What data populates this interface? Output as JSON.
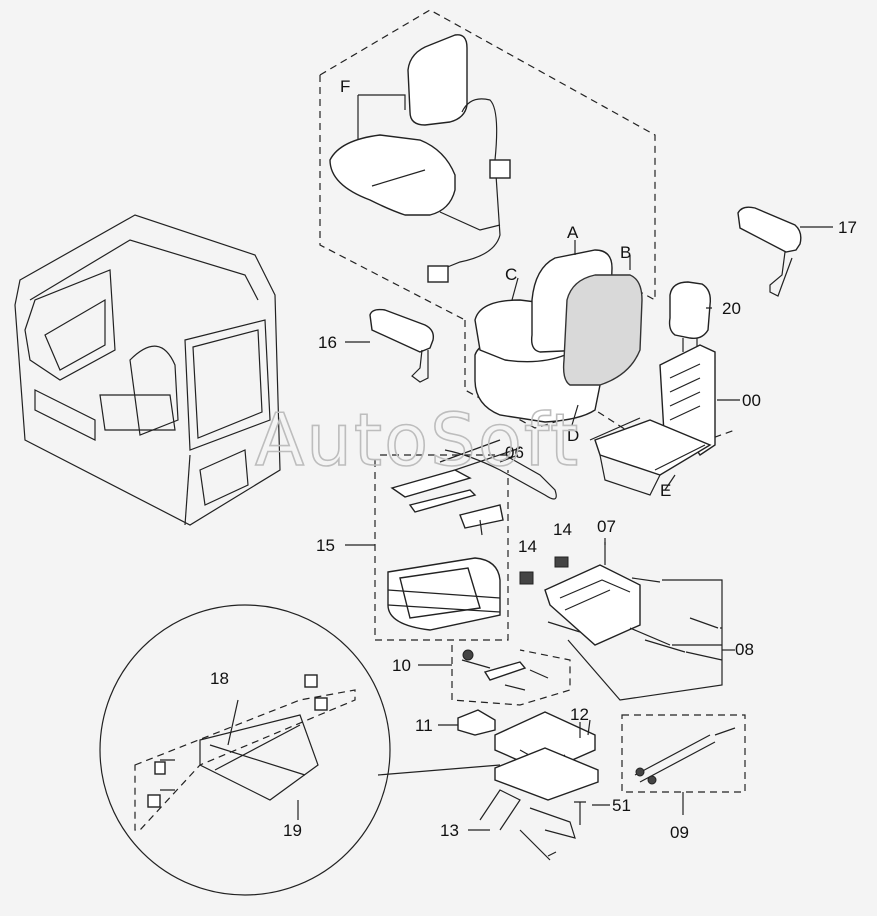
{
  "labels": {
    "A": "A",
    "B": "B",
    "C": "C",
    "D": "D",
    "E": "E",
    "F": "F",
    "p00": "00",
    "p06": "06",
    "p07": "07",
    "p08": "08",
    "p09": "09",
    "p10": "10",
    "p11": "11",
    "p12": "12",
    "p13": "13",
    "p14a": "14",
    "p14b": "14",
    "p15": "15",
    "p16": "16",
    "p17": "17",
    "p18": "18",
    "p19": "19",
    "p20": "20",
    "p51": "51"
  },
  "watermark": "AutoSoft",
  "colors": {
    "line": "#222222",
    "background": "#f4f4f4",
    "watermark": "#bdbdbd"
  }
}
